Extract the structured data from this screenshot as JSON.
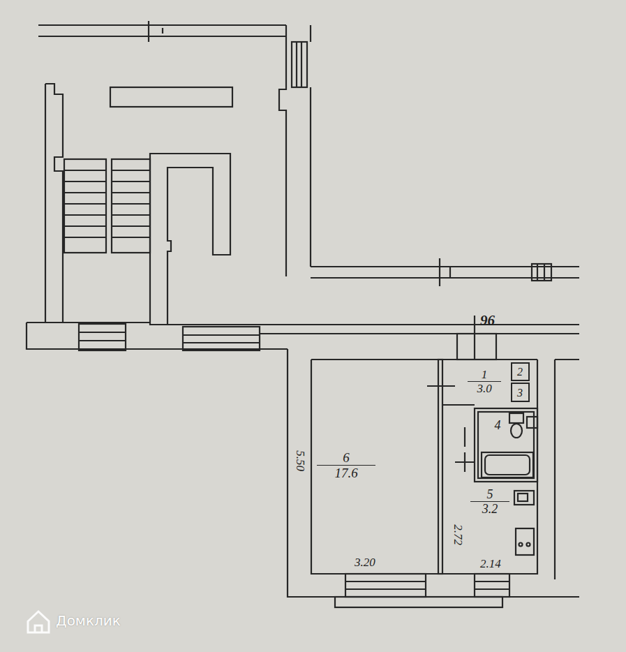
{
  "diagram": {
    "nodes": [
      {
        "text": [
          "6",
          "17.6"
        ]
      },
      {
        "text": [
          "1",
          "3.0"
        ]
      },
      {
        "text": [
          "2"
        ]
      },
      {
        "text": [
          "3"
        ]
      },
      {
        "text": [
          "4"
        ]
      },
      {
        "text": [
          "5",
          "3.2"
        ]
      }
    ],
    "labels": [
      "96",
      "5.50",
      "3.20",
      "2.72",
      "2.14",
      "Домклик"
    ]
  }
}
